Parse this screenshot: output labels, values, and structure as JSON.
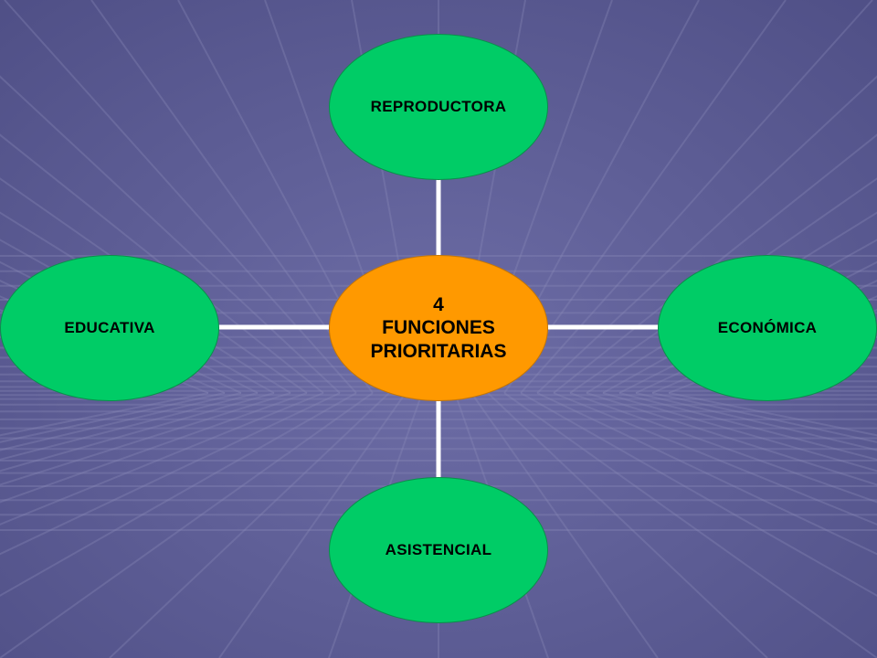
{
  "diagram": {
    "center": {
      "lines": [
        "4",
        "FUNCIONES",
        "PRIORITARIAS"
      ]
    },
    "nodes": {
      "top": "REPRODUCTORA",
      "right": "ECONÓMICA",
      "bottom": "ASISTENCIAL",
      "left": "EDUCATIVA"
    }
  },
  "colors": {
    "background": "#5b5b91",
    "center_fill": "#ff9900",
    "outer_fill": "#00cc66",
    "connector": "#ffffff"
  }
}
